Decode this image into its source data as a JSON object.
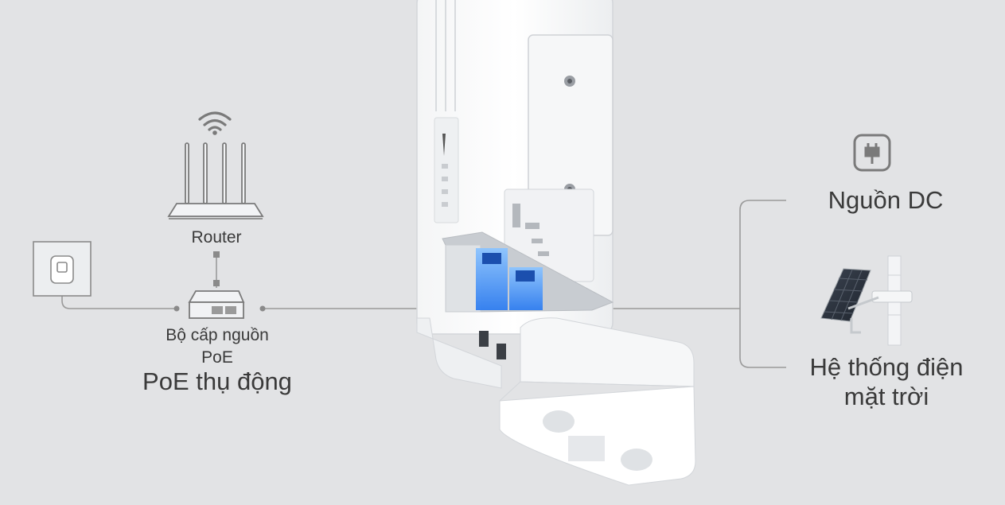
{
  "labels": {
    "router": "Router",
    "poe_injector_line1": "Bộ cấp nguồn",
    "poe_injector_line2": "PoE",
    "passive_poe": "PoE thụ động",
    "dc_power": "Nguồn DC",
    "solar_line1": "Hệ thống điện",
    "solar_line2": "mặt trời"
  },
  "icons": [
    "wifi-icon",
    "router-icon",
    "wall-outlet-icon",
    "poe-injector-icon",
    "dc-plug-icon",
    "solar-panel-icon",
    "access-point-device"
  ],
  "colors": {
    "background": "#e2e3e5",
    "line": "#9a9a9a",
    "text": "#3a3a3a",
    "icon": "#7a7a7a",
    "port_glow": "#3f8ef5"
  }
}
